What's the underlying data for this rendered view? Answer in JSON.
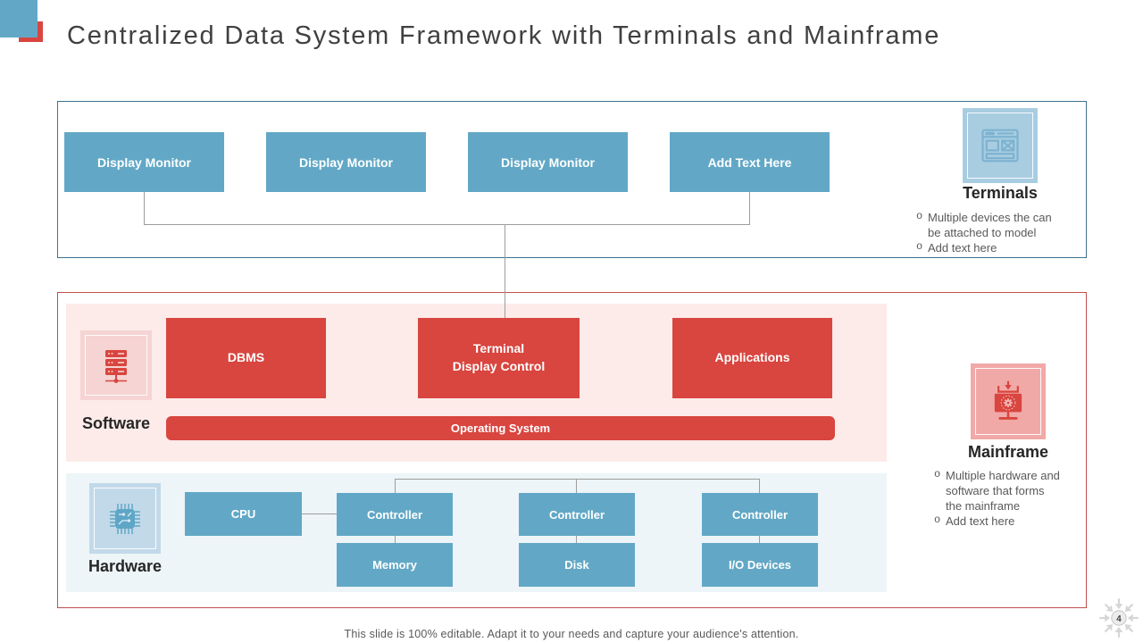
{
  "colors": {
    "accent-blue": "#62a8c6",
    "accent-red": "#d9453f",
    "top-border": "#41708f",
    "red-border": "#c0504d",
    "pink-panel": "#fcebe9",
    "blue-panel": "#edf5f8",
    "sw-tile": "#f5d4d3",
    "hw-tile": "#c2d9e9",
    "terminals-tile": "#a8cde1",
    "mainframe-tile": "#f1a9a7",
    "connector": "#9d9d9d",
    "title-text": "#404040",
    "label-text": "#262626",
    "body-text": "#595959"
  },
  "slide": {
    "title": "Centralized Data System Framework with Terminals and Mainframe",
    "footer": "This slide is 100% editable. Adapt it to your needs and capture your audience's attention.",
    "page_number": "4",
    "bullet_marker": "o"
  },
  "terminals": {
    "label": "Terminals",
    "icon": "browser-window-icon",
    "monitors": [
      "Display Monitor",
      "Display Monitor",
      "Display Monitor",
      "Add Text Here"
    ],
    "bullets": [
      "Multiple devices the can be attached to model",
      "Add text here"
    ]
  },
  "software": {
    "label": "Software",
    "icon": "server-icon",
    "dbms": "DBMS",
    "terminal_display_control": "Terminal\nDisplay Control",
    "applications": "Applications",
    "operating_system": "Operating System"
  },
  "hardware": {
    "label": "Hardware",
    "icon": "chip-icon",
    "cpu": "CPU",
    "controllers": [
      "Controller",
      "Controller",
      "Controller"
    ],
    "devices": [
      "Memory",
      "Disk",
      "I/O Devices"
    ]
  },
  "mainframe": {
    "label": "Mainframe",
    "icon": "monitor-gear-icon",
    "bullets": [
      "Multiple hardware and software that forms the mainframe",
      "Add text here"
    ]
  }
}
